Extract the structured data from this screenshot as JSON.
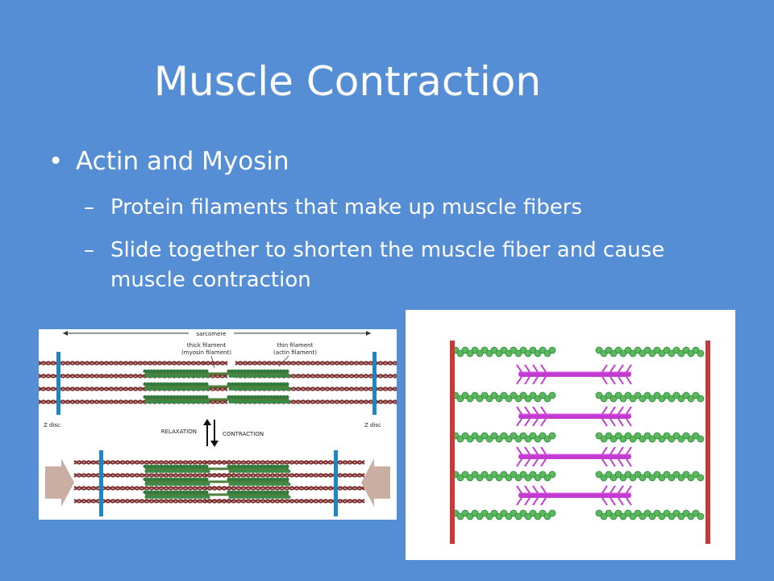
{
  "slide": {
    "title": "Muscle Contraction",
    "bullet_1": {
      "marker": "•",
      "text": "Actin and Myosin",
      "sub_marker": "–",
      "subs": [
        "Protein filaments that make up muscle fibers",
        "Slide together to shorten the muscle fiber and cause muscle contraction"
      ]
    }
  },
  "diagram_left": {
    "sarcomere": "sarcomere",
    "thick_filament": "thick filament",
    "thick_filament_sub": "(myosin filament)",
    "thin_filament": "thin filament",
    "thin_filament_sub": "(actin filament)",
    "z_disc_left": "Z disc",
    "z_disc_right": "Z disc",
    "relaxation": "RELAXATION",
    "contraction": "CONTRACTION"
  },
  "colors": {
    "background": "#558ed5",
    "z_disc": "#1e86c4",
    "actin_brown": "#7b2a2a",
    "myosin_green": "#2f7a3c",
    "arrow_tan": "#c9aea1",
    "right_actin": "#5cb85c",
    "right_zline": "#c83a3a",
    "right_myosin": "#c23ad1"
  }
}
